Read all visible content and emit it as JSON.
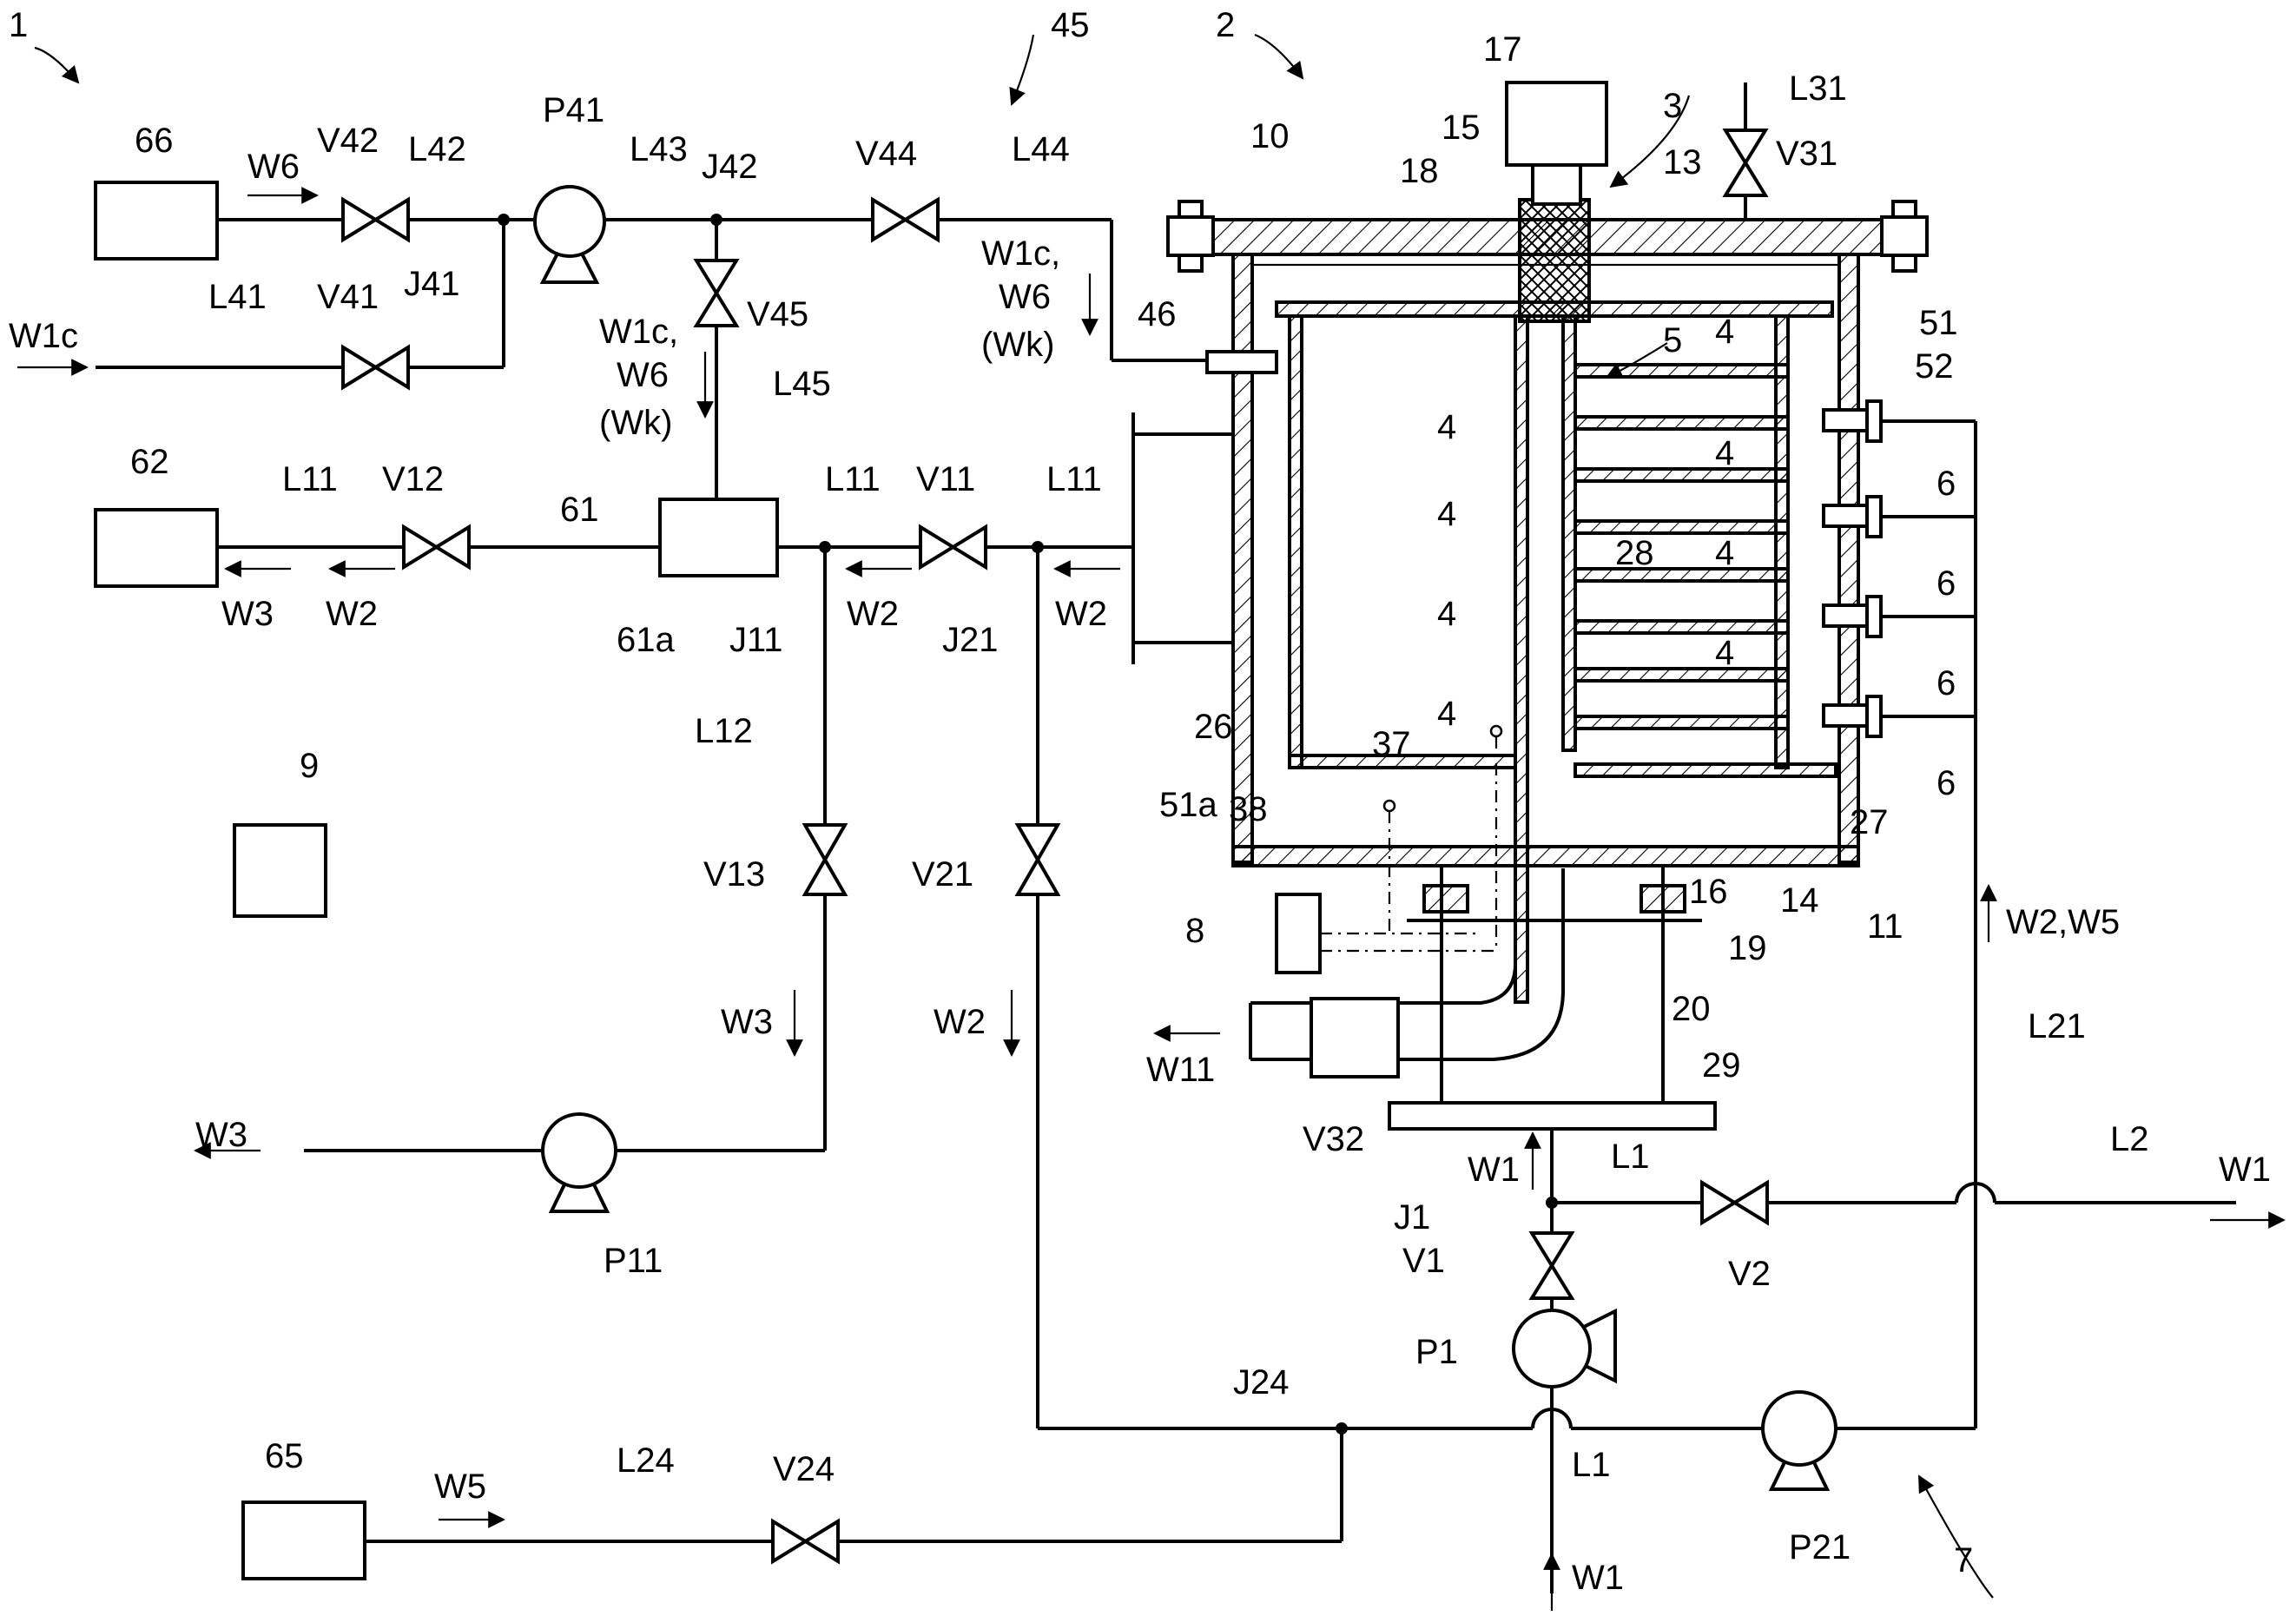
{
  "figure_label": "1",
  "device_labels": {
    "main_unit": "2",
    "filter_element": "3",
    "disc": "4",
    "chamber": "5",
    "nozzle": "6",
    "circulation_unit": "7",
    "sensor_8": "8",
    "controller": "9",
    "housing_top": "10",
    "housing_bottom": "11",
    "plate_13": "13",
    "ring_14": "14",
    "shaft_15": "15",
    "bearing_16": "16",
    "motor": "17",
    "seal_18": "18",
    "seal_19": "19",
    "neck_20": "20",
    "port_26": "26",
    "space_27": "27",
    "rib_28": "28",
    "drain_pipe_29": "29",
    "port_37": "37",
    "port_38": "38",
    "joint_45": "45",
    "port_46": "46",
    "outer_shell_51": "51",
    "inner_space_51a": "51a",
    "liner_52": "52",
    "tank_61": "61",
    "tank_61a": "61a",
    "tank_62": "62",
    "tank_65": "65",
    "tank_66": "66"
  },
  "lines": {
    "L1_top": "L1",
    "L1_bottom": "L1",
    "L2": "L2",
    "L11_a": "L11",
    "L11_b": "L11",
    "L11_c": "L11",
    "L12": "L12",
    "L21": "L21",
    "L24": "L24",
    "L31": "L31",
    "L41": "L41",
    "L42": "L42",
    "L43": "L43",
    "L44": "L44",
    "L45": "L45"
  },
  "valves": {
    "V1": "V1",
    "V2": "V2",
    "V11": "V11",
    "V12": "V12",
    "V13": "V13",
    "V21": "V21",
    "V24": "V24",
    "V31": "V31",
    "V32": "V32",
    "V41": "V41",
    "V42": "V42",
    "V44": "V44",
    "V45": "V45"
  },
  "pumps": {
    "P1": "P1",
    "P11": "P11",
    "P21": "P21",
    "P41": "P41"
  },
  "junctions": {
    "J1": "J1",
    "J11": "J11",
    "J21": "J21",
    "J24": "J24",
    "J41": "J41",
    "J42": "J42"
  },
  "flows": {
    "W1c_in": "W1c",
    "W6": "W6",
    "W1c_L44": "W1c,",
    "W6_L44": "W6",
    "Wk_L44": "(Wk)",
    "W1c_L45": "W1c,",
    "W6_L45": "W6",
    "Wk_L45": "(Wk)",
    "W3_tank": "W3",
    "W2_tank": "W2",
    "W2_L11": "W2",
    "W2_L11b": "W2",
    "W3_down": "W3",
    "W3_out": "W3",
    "W2_down": "W2",
    "W5": "W5",
    "W11": "W11",
    "W1_up": "W1",
    "W1_out": "W1",
    "W1_in": "W1",
    "W2W5": "W2,W5"
  }
}
